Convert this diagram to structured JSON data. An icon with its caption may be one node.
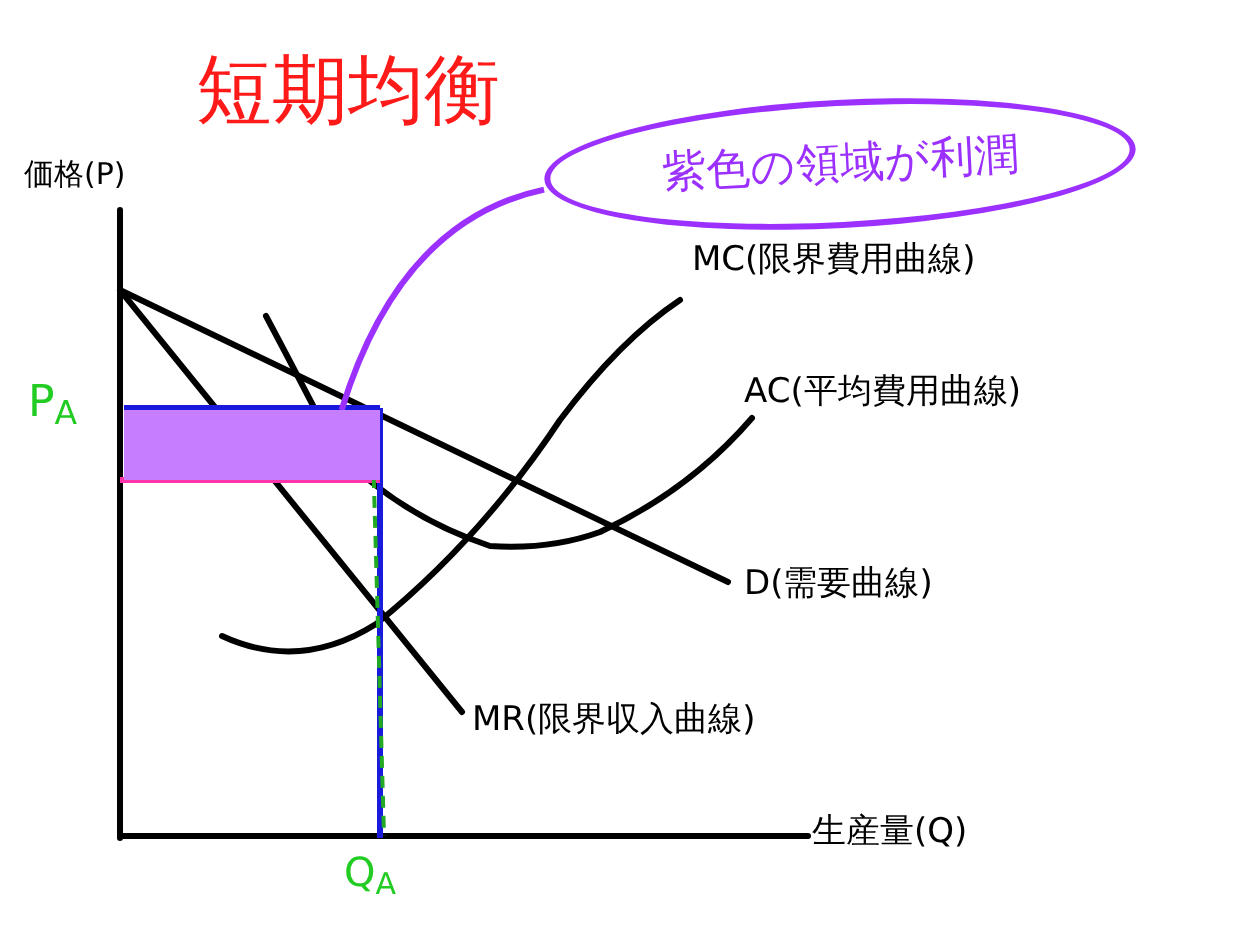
{
  "diagram": {
    "title": "短期均衡",
    "nodes": [
      {
        "text": [
          "紫色の領域が利潤"
        ]
      },
      {
        "text": [],
        "shape": "box"
      }
    ],
    "edges": [
      {
        "from": 0,
        "to": 1,
        "arrow": "none"
      }
    ],
    "labels": [
      "価格(P)",
      "MC(限界費用曲線)",
      "P$_{A}$",
      "AC(平均費用曲線)",
      "D(需要曲線)",
      "MR(限界収入曲線)",
      "生産量(Q)",
      "Q$_{A}$"
    ]
  }
}
